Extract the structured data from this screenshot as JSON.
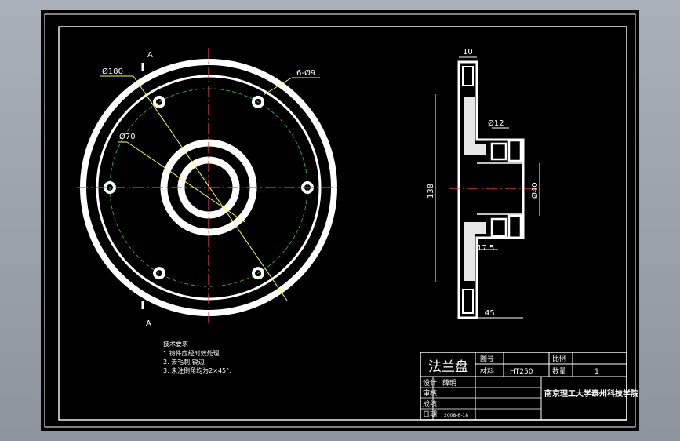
{
  "drawing": {
    "front_view": {
      "dim_d180": "Ø180",
      "dim_d70": "Ø70",
      "dim_holes": "6-Ø9",
      "section_mark_top": "A",
      "section_mark_bottom": "A"
    },
    "section_view": {
      "dim_10": "10",
      "dim_d12": "Ø12",
      "dim_138": "138",
      "dim_d40": "Ø40",
      "dim_17_5": "17.5",
      "dim_45": "45"
    },
    "tech_notes": {
      "heading": "技术要求",
      "items": [
        "1.铸件应经时效处理",
        "2. 去毛刺,锐边",
        "3. 未注倒角均为2×45°."
      ]
    },
    "title_block": {
      "part_name": "法兰盘",
      "label_drawing_no": "图号",
      "label_material": "材料",
      "material": "HT250",
      "label_scale": "比例",
      "label_quantity": "数量",
      "quantity": "1",
      "label_design": "设计",
      "designer": "薛明",
      "label_review": "审核",
      "label_approve": "成绩",
      "label_date": "日期",
      "date": "2008-6-18",
      "school": "南京理工大学泰州科技学院"
    }
  }
}
